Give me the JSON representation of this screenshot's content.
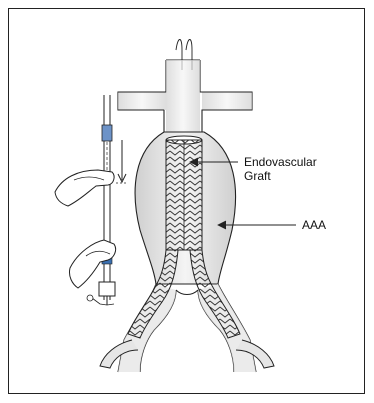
{
  "labels": {
    "graft_line1": "Endovascular",
    "graft_line2": "Graft",
    "aaa": "AAA"
  },
  "colors": {
    "outline": "#222222",
    "vessel_shade": "#e6e6e6",
    "accent_blue": "#3a6fb0"
  }
}
